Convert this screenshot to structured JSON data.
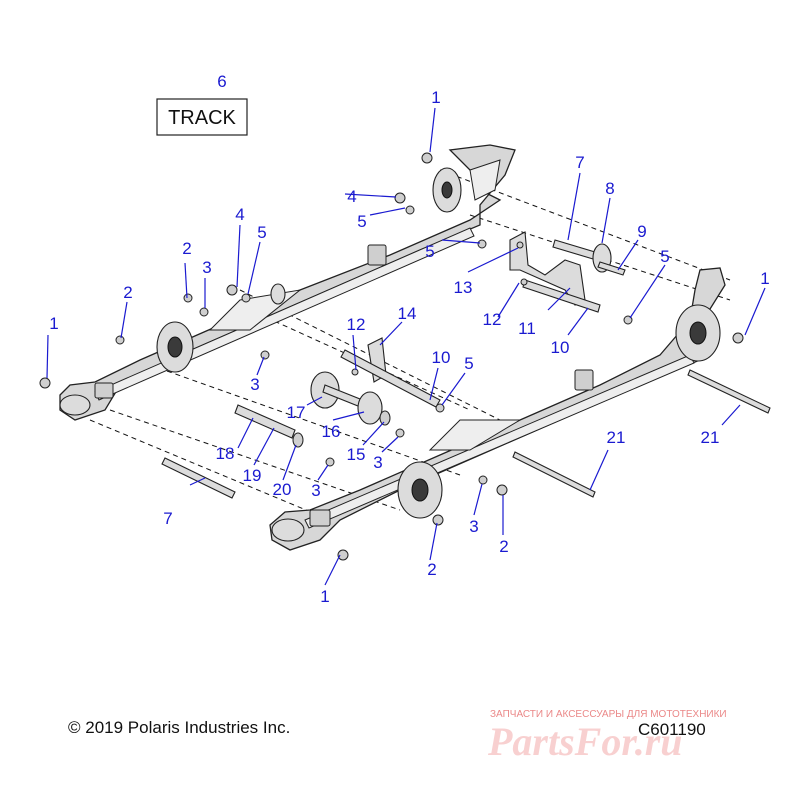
{
  "title_box": {
    "label": "TRACK"
  },
  "callouts": {
    "c6": "6",
    "c1a": "1",
    "c1b": "1",
    "c1c": "1",
    "c1d": "1",
    "c2a": "2",
    "c2b": "2",
    "c2c": "2",
    "c2d": "2",
    "c3a": "3",
    "c3b": "3",
    "c3c": "3",
    "c3d": "3",
    "c3e": "3",
    "c4a": "4",
    "c4b": "4",
    "c5a": "5",
    "c5b": "5",
    "c5c": "5",
    "c5d": "5",
    "c5e": "5",
    "c7a": "7",
    "c7b": "7",
    "c8": "8",
    "c9": "9",
    "c10a": "10",
    "c10b": "10",
    "c11": "11",
    "c12a": "12",
    "c12b": "12",
    "c13": "13",
    "c14": "14",
    "c15": "15",
    "c16": "16",
    "c17": "17",
    "c18": "18",
    "c19": "19",
    "c20": "20",
    "c21a": "21",
    "c21b": "21"
  },
  "footer": {
    "copyright": "© 2019 Polaris Industries Inc.",
    "diagram_code": "C601190"
  },
  "watermark": {
    "tagline": "ЗАПЧАСТИ И АКСЕССУАРЫ ДЛЯ МОТОТЕХНИКИ",
    "site": "PartsFor.ru"
  },
  "colors": {
    "callout": "#1a1ad0",
    "watermark": "#e03030"
  }
}
